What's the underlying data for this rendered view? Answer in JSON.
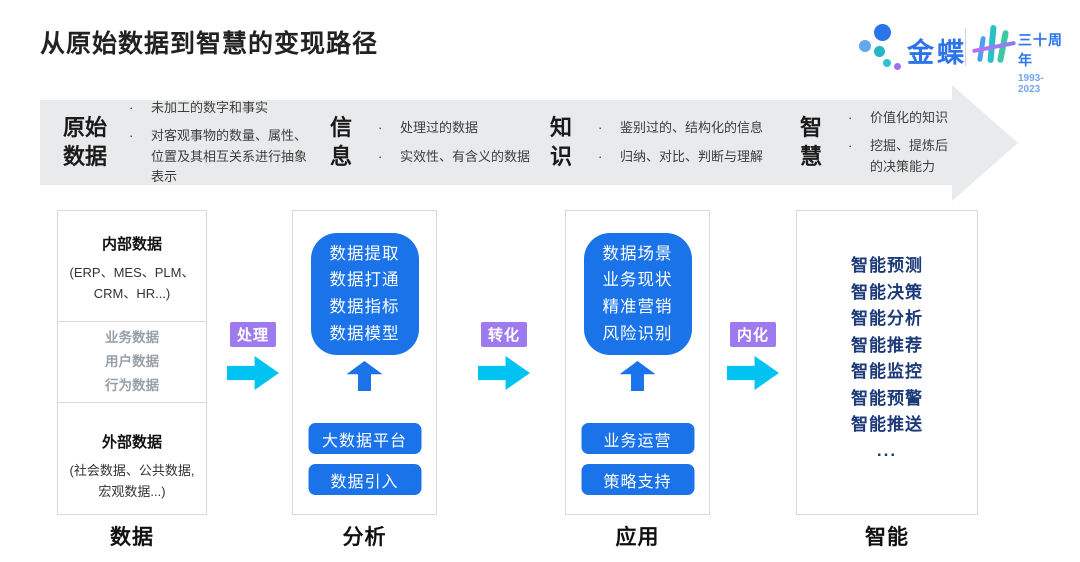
{
  "title": "从原始数据到智慧的变现路径",
  "logo": {
    "brand": "金蝶",
    "anniversary_label": "三十周年",
    "anniversary_years": "1993-2023"
  },
  "banner": {
    "stages": [
      {
        "term_lines": [
          "原始",
          "数据"
        ],
        "points": [
          "未加工的数字和事实",
          "对客观事物的数量、属性、位置及其相互关系进行抽象表示"
        ]
      },
      {
        "term_lines": [
          "信",
          "息"
        ],
        "points": [
          "处理过的数据",
          "实效性、有含义的数据"
        ]
      },
      {
        "term_lines": [
          "知",
          "识"
        ],
        "points": [
          "鉴别过的、结构化的信息",
          "归纳、对比、判断与理解"
        ]
      },
      {
        "term_lines": [
          "智",
          "慧"
        ],
        "points": [
          "价值化的知识",
          "挖掘、提炼后的决策能力"
        ]
      }
    ]
  },
  "flow_labels": [
    "处理",
    "转化",
    "内化"
  ],
  "columns": {
    "data": {
      "internal": {
        "title": "内部数据",
        "sub": "(ERP、MES、PLM、CRM、HR...)"
      },
      "middle_items": [
        "业务数据",
        "用户数据",
        "行为数据"
      ],
      "external": {
        "title": "外部数据",
        "sub": "(社会数据、公共数据, 宏观数据...)"
      },
      "footer": "数据"
    },
    "analysis": {
      "box_lines": [
        "数据提取",
        "数据打通",
        "数据指标",
        "数据模型"
      ],
      "buttons": [
        "大数据平台",
        "数据引入"
      ],
      "footer": "分析"
    },
    "application": {
      "box_lines": [
        "数据场景",
        "业务现状",
        "精准营销",
        "风险识别"
      ],
      "buttons": [
        "业务运营",
        "策略支持"
      ],
      "footer": "应用"
    },
    "intelligence": {
      "items": [
        "智能预测",
        "智能决策",
        "智能分析",
        "智能推荐",
        "智能监控",
        "智能预警",
        "智能推送"
      ],
      "more": "...",
      "footer": "智能"
    }
  },
  "colors": {
    "primary_blue": "#1b73e9",
    "navy_text": "#1c3a78",
    "badge_purple": "#9d7bef",
    "arrow_cyan": "#00c3f2",
    "banner_gray": "#e9eaeb",
    "brand_blue": "#2b74e9"
  }
}
